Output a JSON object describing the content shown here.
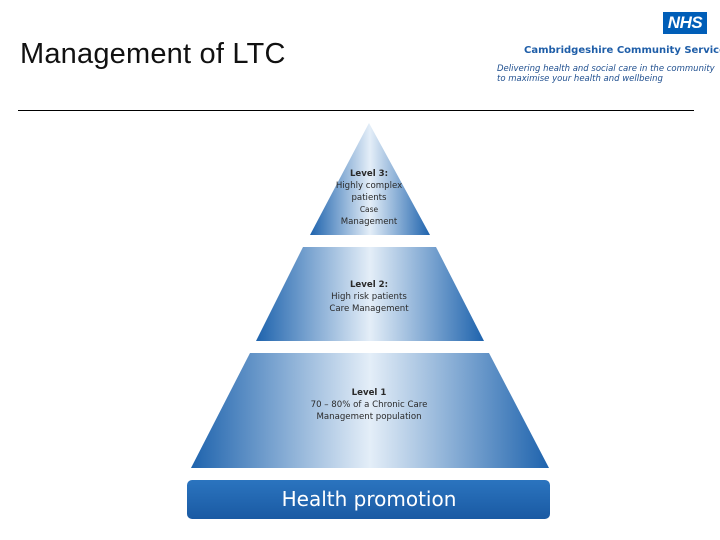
{
  "slide": {
    "title": "Management of LTC"
  },
  "branding": {
    "nhs": "NHS",
    "org_name": "Cambridgeshire Community Services",
    "tagline_line1": "Delivering health and social care in the community",
    "tagline_line2": "to maximise your health and wellbeing"
  },
  "pyramid": {
    "level3": {
      "heading": "Level 3:",
      "line1": "Highly complex",
      "line2": "patients",
      "line3": "Case",
      "line4": "Management"
    },
    "level2": {
      "heading": "Level 2:",
      "line1": "High risk patients",
      "line2": "Care Management"
    },
    "level1": {
      "heading": "Level 1",
      "line1": "70 – 80% of a Chronic Care",
      "line2": "Management population"
    },
    "base": {
      "label": "Health promotion"
    }
  },
  "colors": {
    "tier_light": "#e4eef8",
    "tier_mid": "#6c9ed3",
    "tier_dark": "#1e63ad",
    "base_bar": "#1f66b0",
    "nhs_blue": "#005eb8"
  }
}
